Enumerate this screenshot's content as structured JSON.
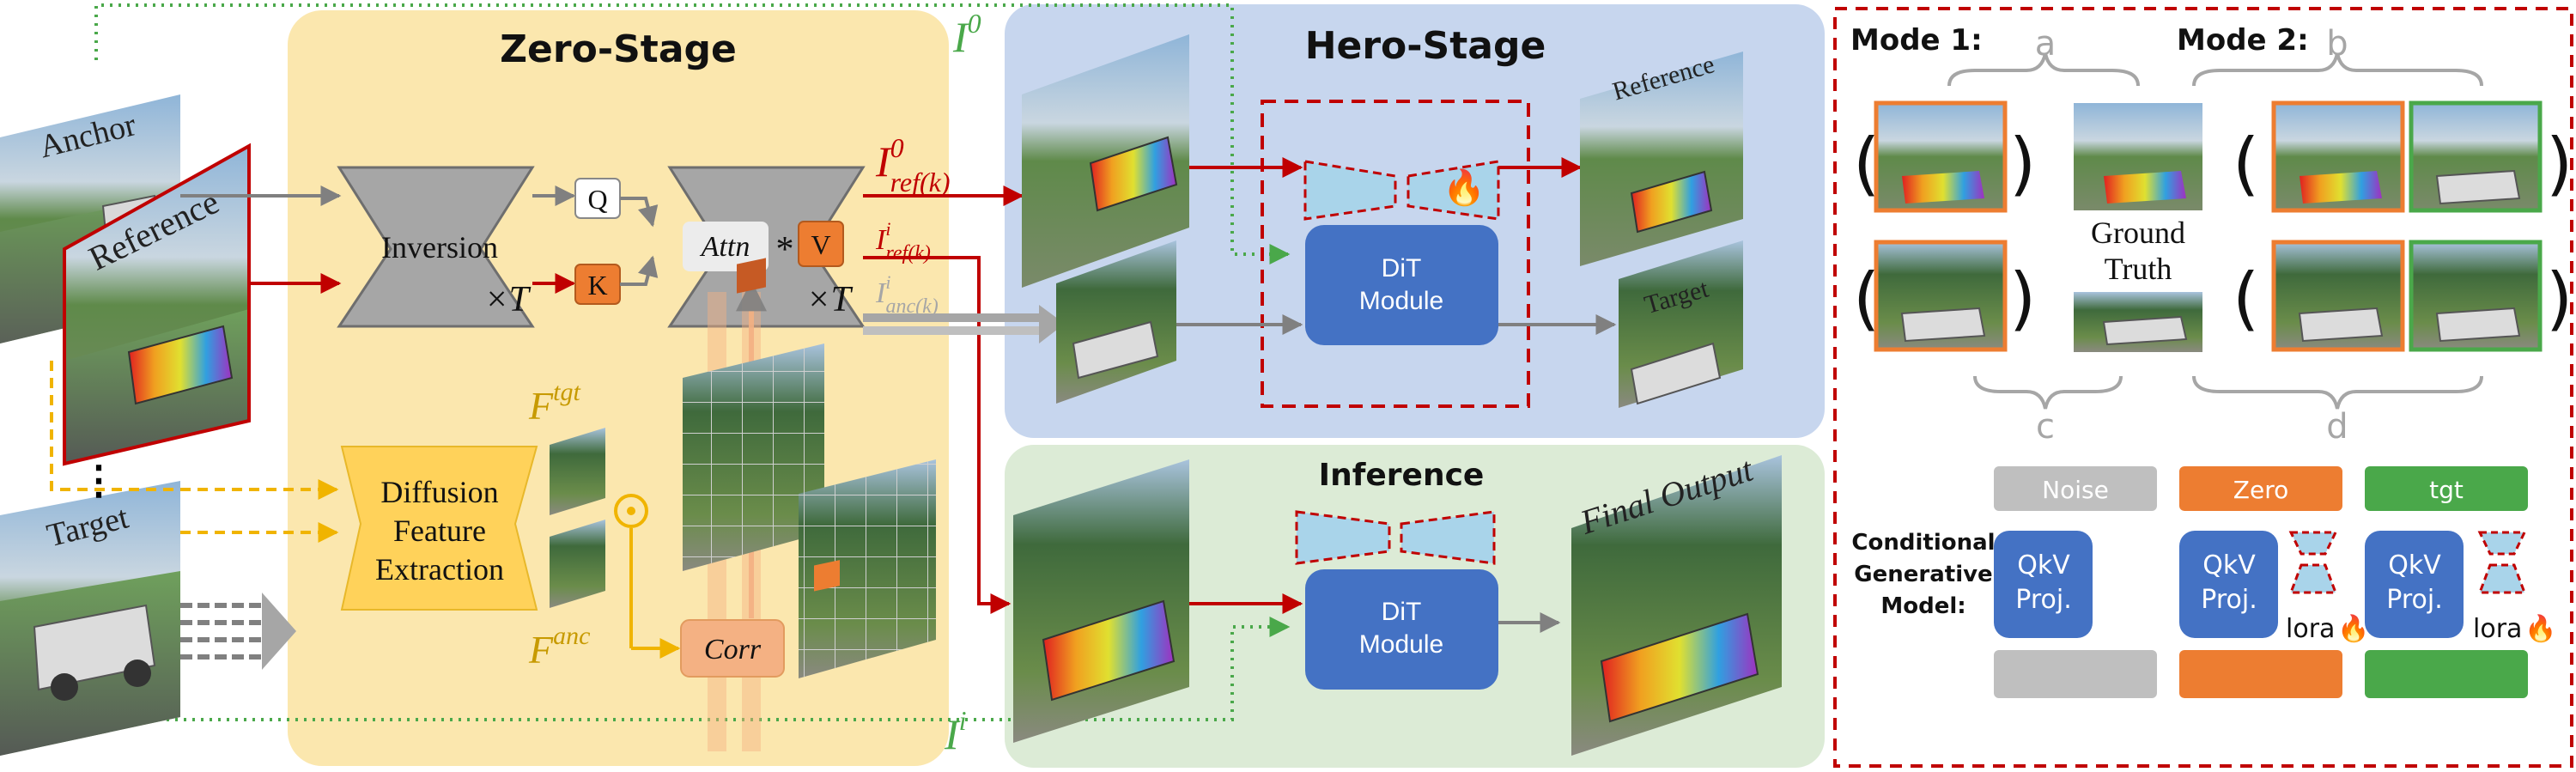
{
  "zero_stage": {
    "title": "Zero-Stage",
    "inversion_label": "Inversion",
    "times_t": "×T",
    "q_label": "Q",
    "k_label": "K",
    "v_label": "V",
    "attn_label": "Attn",
    "star": "*",
    "times_t_2": "×T",
    "dfe_line1": "Diffusion",
    "dfe_line2": "Feature",
    "dfe_line3": "Extraction",
    "corr_label": "Corr",
    "f_tgt_base": "F",
    "f_tgt_sup": "tgt",
    "f_anc_base": "F",
    "f_anc_sup": "anc",
    "i_ref0_base": "I",
    "i_ref0_sup": "0",
    "i_ref0_sub": "ref(k)",
    "i_refi_base": "I",
    "i_refi_sup": "i",
    "i_refi_sub": "ref(k)",
    "i_anci_base": "I",
    "i_anci_sup": "i",
    "i_anci_sub": "anc(k)"
  },
  "inputs": {
    "anchor": "Anchor",
    "reference": "Reference",
    "ellipsis": "⋮",
    "target": "Target"
  },
  "i0": {
    "base": "I",
    "sup": "0"
  },
  "ii": {
    "base": "I",
    "sup": "i"
  },
  "hero_stage": {
    "title": "Hero-Stage",
    "dit_line1": "DiT",
    "dit_line2": "Module",
    "reference": "Reference",
    "target": "Target",
    "fire": "🔥"
  },
  "inference": {
    "title": "Inference",
    "dit_line1": "DiT",
    "dit_line2": "Module",
    "final_output": "Final Output"
  },
  "modes": {
    "mode1": "Mode 1:",
    "mode2": "Mode 2:",
    "a": "a",
    "b": "b",
    "c": "c",
    "d": "d",
    "ground_truth_1": "Ground",
    "ground_truth_2": "Truth",
    "paren_open": "(",
    "paren_close": ")",
    "noise": "Noise",
    "zero": "Zero",
    "tgt": "tgt",
    "cond_line1": "Conditional",
    "cond_line2": "Generative",
    "cond_line3": "Model:",
    "qkv1": "QkV",
    "proj": "Proj.",
    "lora": "lora",
    "fire": "🔥"
  },
  "colors": {
    "zero_bg": "#fbe7ae",
    "hero_bg": "#c7d6ee",
    "inference_bg": "#dcebd6",
    "red_arrow": "#c00000",
    "dit_blue": "#4472c4",
    "orange": "#ed7d31",
    "green": "#4aa84a",
    "gray_box": "#bfbfbf",
    "yellow_dash": "#f0b400"
  }
}
